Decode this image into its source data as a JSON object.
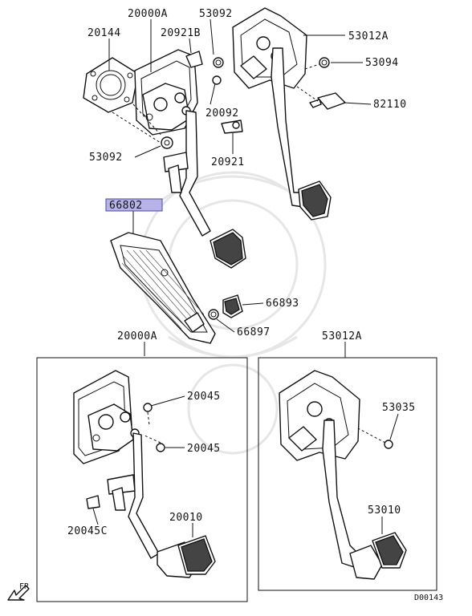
{
  "labels": {
    "l20000A_top": "20000A",
    "l53092_top": "53092",
    "l20144": "20144",
    "l20921B": "20921B",
    "l53012A_top": "53012A",
    "l53094": "53094",
    "l20092": "20092",
    "l82110": "82110",
    "l53092_mid": "53092",
    "l20921": "20921",
    "l66802": "66802",
    "l66893": "66893",
    "l66897": "66897",
    "l20000A_box": "20000A",
    "l53012A_box": "53012A",
    "l20045_a": "20045",
    "l20045_b": "20045",
    "l20045C": "20045C",
    "l20010": "20010",
    "l53035": "53035",
    "l53010": "53010",
    "fr": "FR",
    "code": "D00143"
  },
  "colors": {
    "highlight": "#b7b3e8",
    "highlight_border": "#4a46b0",
    "line": "#111111",
    "watermark": "#e8e8e8"
  },
  "icons": {
    "fr_arrow": "front-direction-arrow-icon"
  }
}
